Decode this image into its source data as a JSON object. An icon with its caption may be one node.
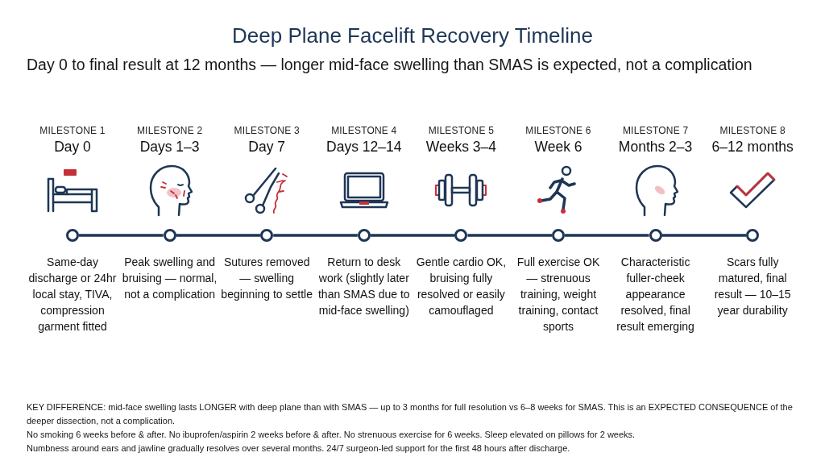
{
  "diagram": {
    "title": "Deep Plane Facelift Recovery Timeline",
    "nodes": [
      {
        "text": [
          "MILESTONE 1",
          "Day 0"
        ],
        "beside": [
          "Same-day discharge or 24hr local stay, TIVA, compression garment fitted"
        ]
      },
      {
        "text": [
          "MILESTONE 2",
          "Days 1–3"
        ],
        "beside": [
          "Peak swelling and bruising — normal, not a complication"
        ]
      },
      {
        "text": [
          "MILESTONE 3",
          "Day 7"
        ],
        "beside": [
          "Sutures removed — swelling beginning to settle"
        ]
      },
      {
        "text": [
          "MILESTONE 4",
          "Days 12–14"
        ],
        "beside": [
          "Return to desk work (slightly later than SMAS due to mid-face swelling)"
        ]
      },
      {
        "text": [
          "MILESTONE 5",
          "Weeks 3–4"
        ],
        "beside": [
          "Gentle cardio OK, bruising fully resolved or easily camouflaged"
        ]
      },
      {
        "text": [
          "MILESTONE 6",
          "Week 6"
        ],
        "beside": [
          "Full exercise OK — strenuous training, weight training, contact sports"
        ]
      },
      {
        "text": [
          "MILESTONE 7",
          "Months 2–3"
        ],
        "beside": [
          "Characteristic fuller-cheek appearance resolved, final result emerging"
        ]
      },
      {
        "text": [
          "MILESTONE 8",
          "6–12 months"
        ],
        "beside": [
          "Scars fully matured, final result — 10–15 year durability"
        ]
      }
    ],
    "edges": [
      {
        "from": 0,
        "to": 1,
        "arrow": "none"
      },
      {
        "from": 1,
        "to": 2,
        "arrow": "none"
      },
      {
        "from": 2,
        "to": 3,
        "arrow": "none"
      },
      {
        "from": 3,
        "to": 4,
        "arrow": "none"
      },
      {
        "from": 4,
        "to": 5,
        "arrow": "none"
      },
      {
        "from": 5,
        "to": 6,
        "arrow": "none"
      },
      {
        "from": 6,
        "to": 7,
        "arrow": "none"
      }
    ],
    "labels": [
      "Day 0 to final result at 12 months — longer mid-face swelling than SMAS is expected, not a complication",
      "KEY DIFFERENCE: mid-face swelling lasts LONGER with deep plane than with SMAS — up to 3 months for full resolution vs 6–8 weeks for SMAS. This is an EXPECTED CONSEQUENCE of the deeper dissection, not a complication.",
      "No smoking 6 weeks before & after. No ibuprofen/aspirin 2 weeks before & after. No strenuous exercise for 6 weeks. Sleep elevated on pillows for 2 weeks.",
      "Numbness around ears and jawline gradually resolves over several months. 24/7 surgeon-led support for the first 48 hours after discharge."
    ]
  }
}
